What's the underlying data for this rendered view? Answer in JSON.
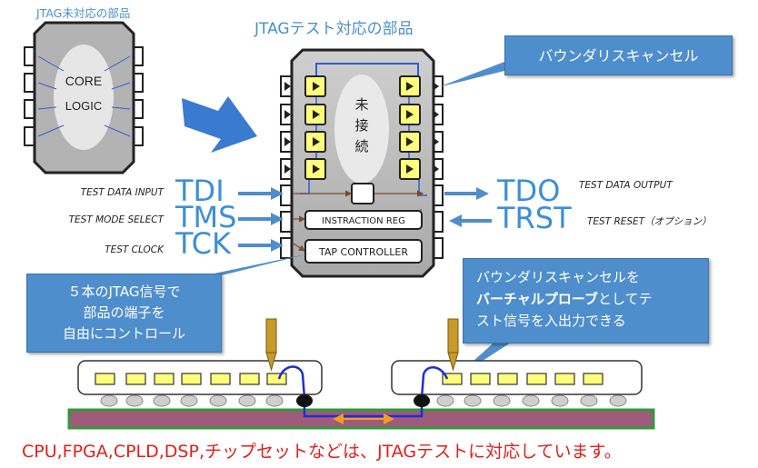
{
  "titles": {
    "non_jtag_part": "JTAG未対応の部品",
    "jtag_part": "JTAGテスト対応の部品"
  },
  "left_chip": {
    "core_line1": "CORE",
    "core_line2": "LOGIC"
  },
  "jtag_chip": {
    "unconnected": [
      "未",
      "接",
      "続"
    ],
    "instruction_reg": "INSTRACTION REG",
    "tap_controller": "TAP CONTROLLER"
  },
  "signals": {
    "tdi": "TDI",
    "tms": "TMS",
    "tck": "TCK",
    "tdo": "TDO",
    "trst": "TRST",
    "tdi_desc": "TEST DATA INPUT",
    "tms_desc": "TEST MODE SELECT",
    "tck_desc": "TEST CLOCK",
    "tdo_desc": "TEST DATA OUTPUT",
    "trst_desc": "TEST RESET（オプション）"
  },
  "callouts": {
    "boundary_scan": "バウンダリスキャンセル",
    "five_signals": [
      "５本のJTAG信号で",
      "部品の端子を",
      "自由にコントロール"
    ],
    "virtual_probe_line1": "バウンダリスキャンセルを",
    "virtual_probe_bold": "バーチャルプローブ",
    "virtual_probe_rest1": "としてテ",
    "virtual_probe_line3": "スト信号を入出力できる"
  },
  "footer": "CPU,FPGA,CPLD,DSP,チップセットなどは、JTAGテストに対応しています。",
  "colors": {
    "accent_blue": "#3b8fd6",
    "callout_blue": "#4f8ecc",
    "cell_yellow": "#ffff7a",
    "pcb_purple": "#a05a7a",
    "pcb_green": "#2f9b3a",
    "footer_red": "#e0201c"
  }
}
